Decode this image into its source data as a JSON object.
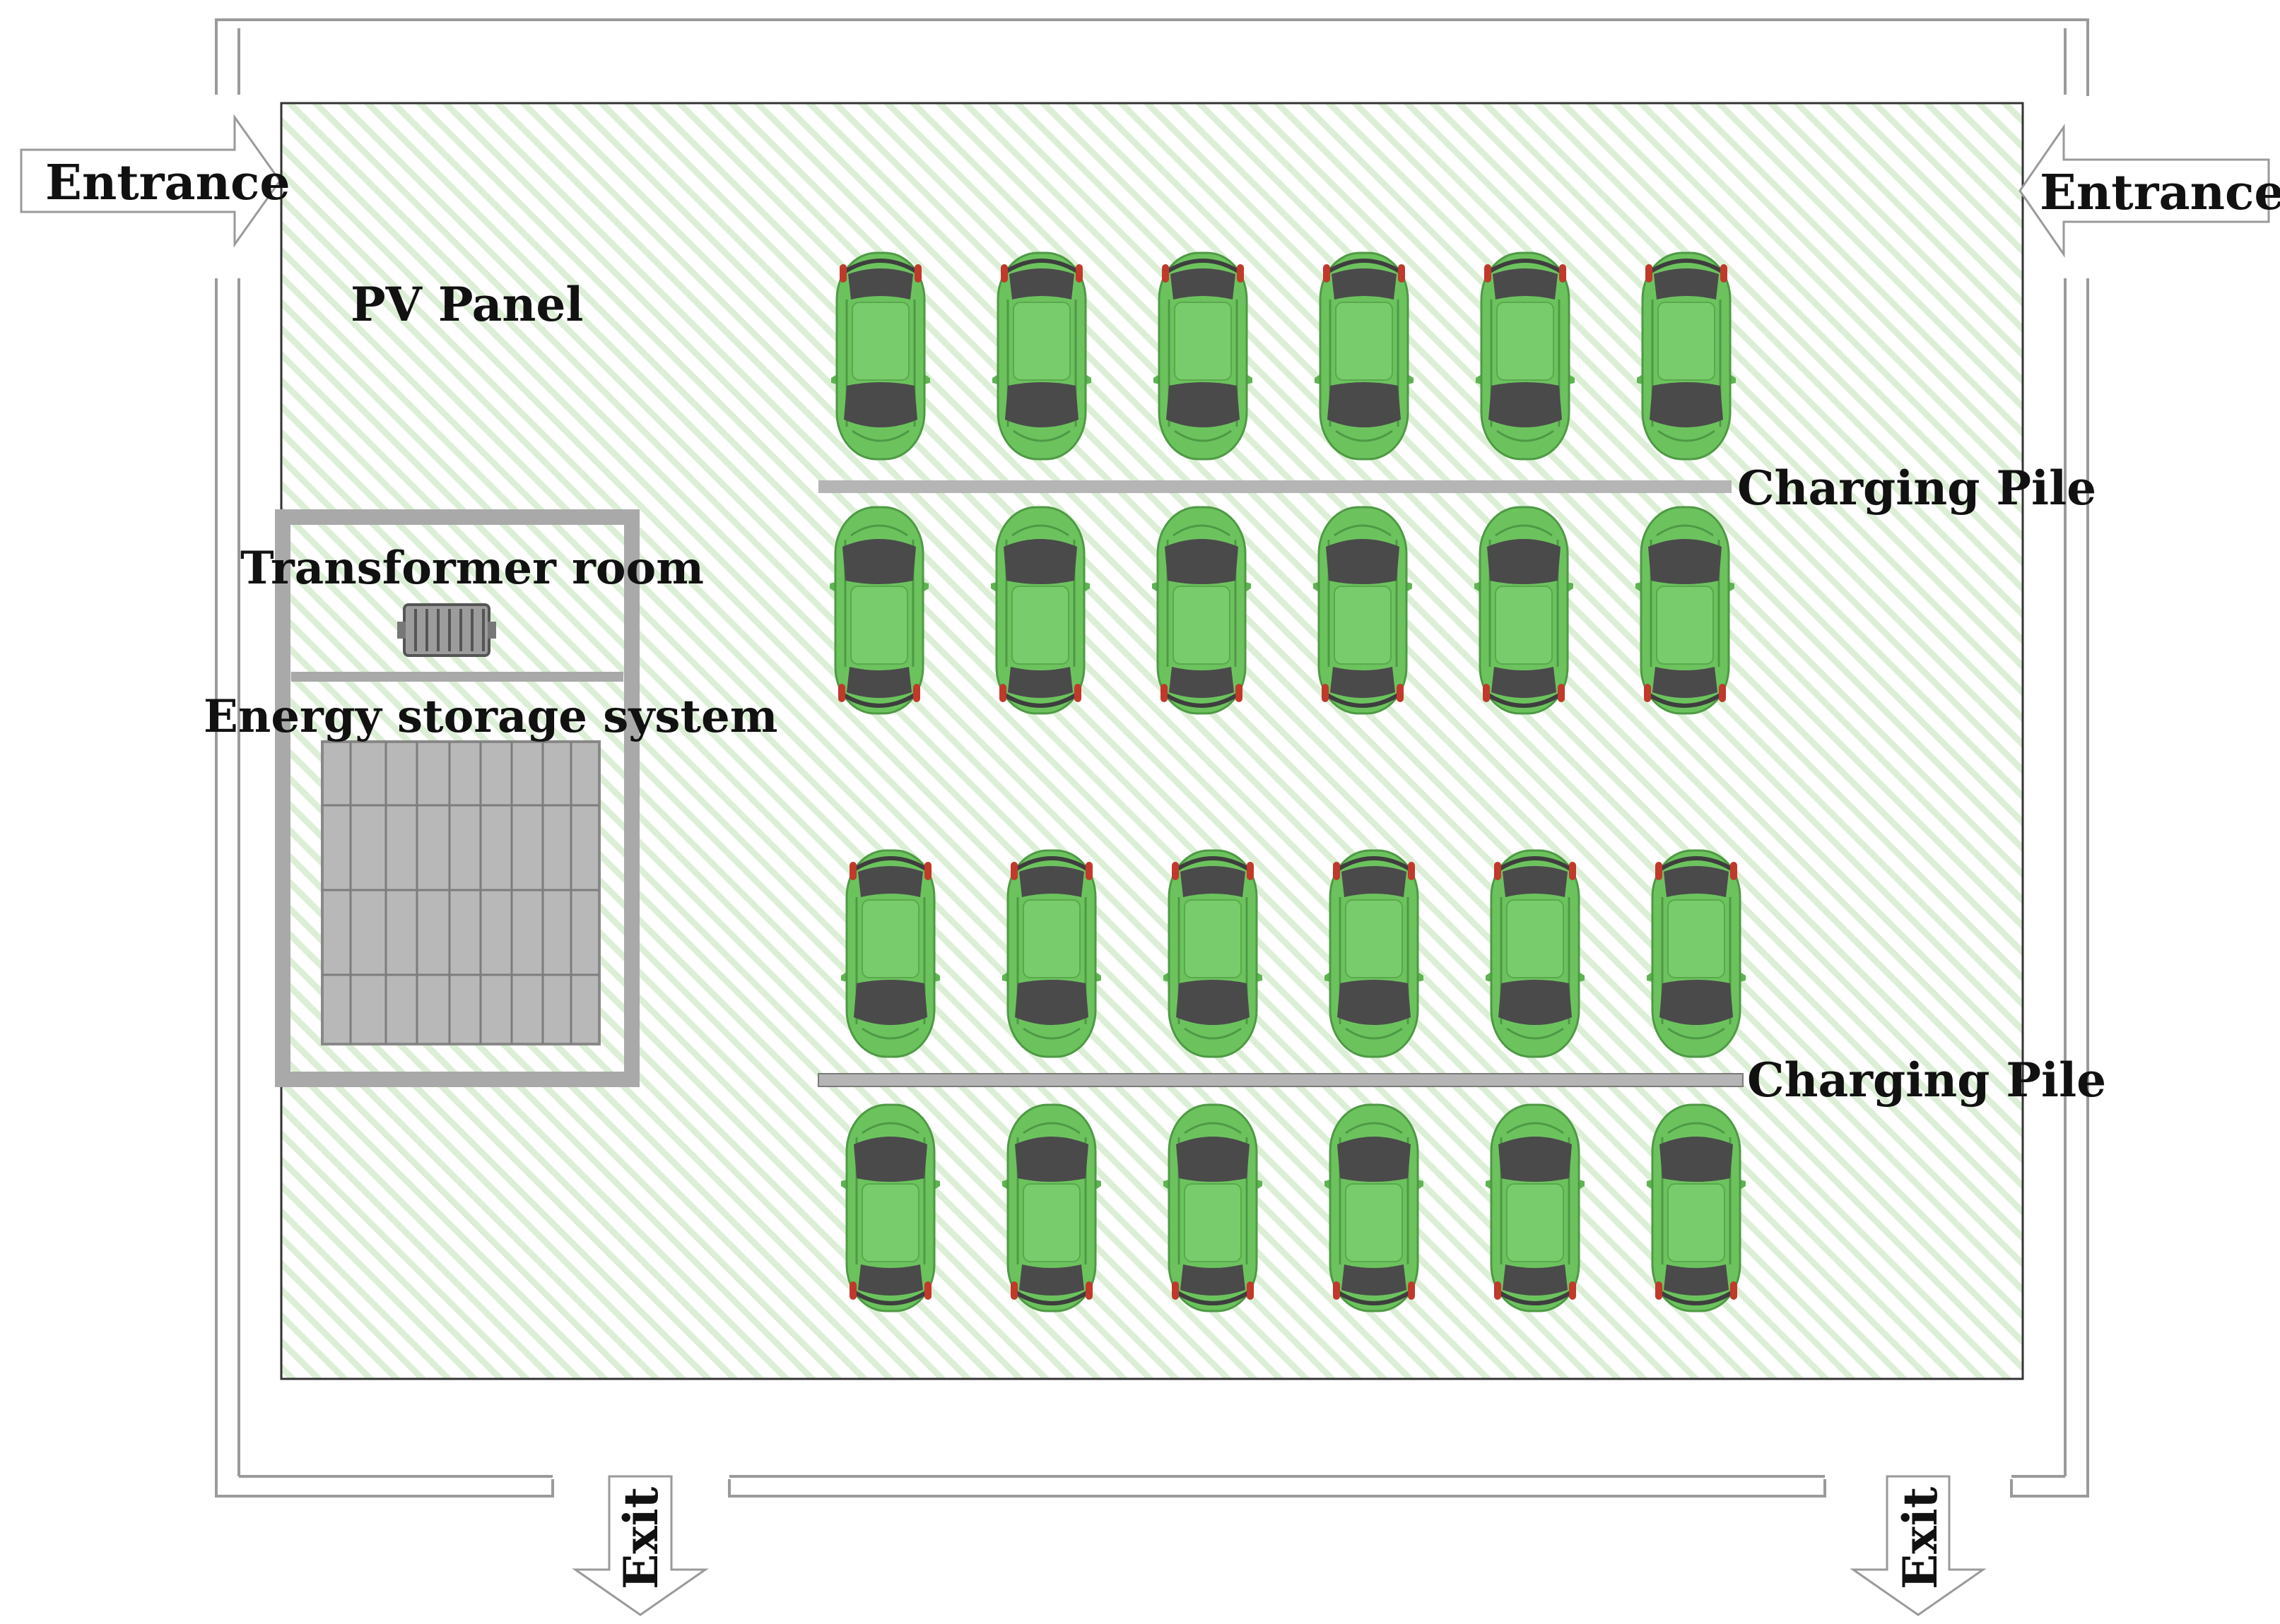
{
  "labels": {
    "entrance_left": "Entrance",
    "entrance_right": "Entrance",
    "pv_panel": "PV Panel",
    "transformer_room": "Transformer room",
    "energy_storage_system": "Energy storage system",
    "charging_pile_top": "Charging Pile",
    "charging_pile_bottom": "Charging Pile",
    "exit_left": "Exit",
    "exit_right": "Exit"
  },
  "parking": {
    "columns_per_row": 6,
    "rows": [
      {
        "name": "row-1",
        "facing": "up"
      },
      {
        "name": "row-2",
        "facing": "down"
      },
      {
        "name": "row-3",
        "facing": "up"
      },
      {
        "name": "row-4",
        "facing": "down"
      }
    ]
  },
  "colors": {
    "car_body": "#6cc35e",
    "car_window": "#4a4a4a",
    "tail_light": "#c0392b",
    "pv_hatch": "#d7ecd2",
    "charging_pile": "#b5b5b5",
    "storage_block": "#b8b8b8",
    "room_border": "#a9a9a9"
  }
}
